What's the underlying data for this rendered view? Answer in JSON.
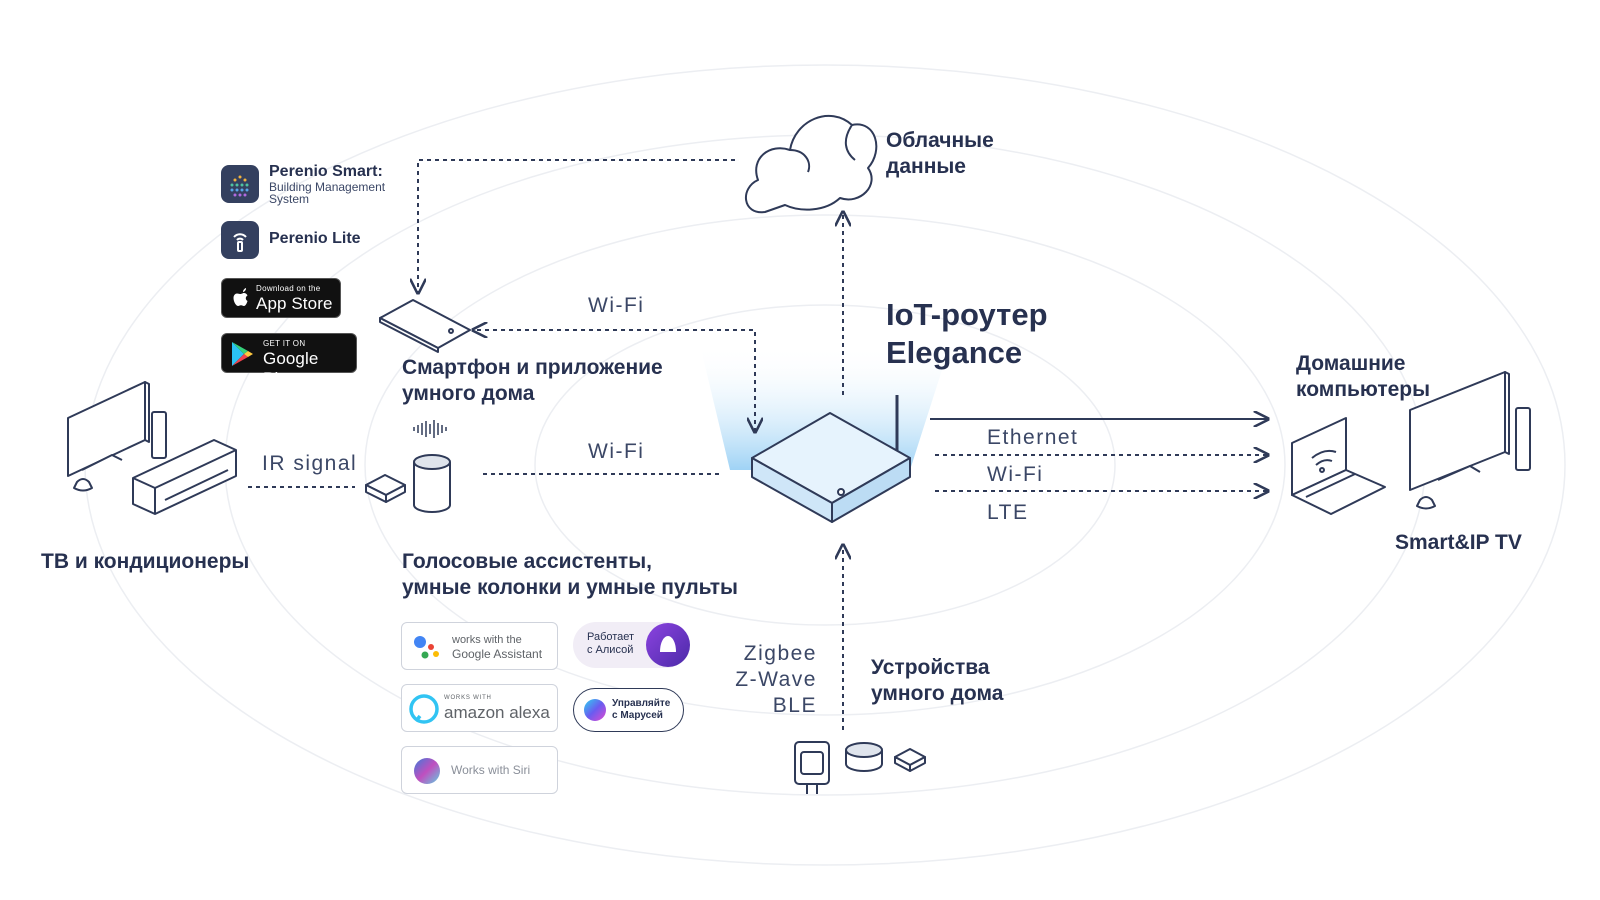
{
  "labels": {
    "cloud": [
      "Облачные",
      "данные"
    ],
    "router": [
      "IoT-роутер",
      "Elegance"
    ],
    "smartphone": [
      "Смартфон и приложение",
      "умного дома"
    ],
    "home_computers": [
      "Домашние",
      "компьютеры"
    ],
    "smart_tv": "Smart&IP TV",
    "tv_ac": "ТВ и кондиционеры",
    "voice": [
      "Голосовые ассистенты,",
      "умные колонки и умные пульты"
    ],
    "devices": [
      "Устройства",
      "умного дома"
    ]
  },
  "connections": {
    "wifi_phone": "Wi-Fi",
    "wifi_speaker": "Wi-Fi",
    "ir": "IR signal",
    "ethernet": "Ethernet",
    "wifi_pc": "Wi-Fi",
    "lte": "LTE",
    "protocols": [
      "Zigbee",
      "Z-Wave",
      "BLE"
    ]
  },
  "apps": {
    "smart_title": "Perenio Smart:",
    "smart_sub1": "Building Management",
    "smart_sub2": "System",
    "lite": "Perenio Lite",
    "appstore_small": "Download on the",
    "appstore_large": "App Store",
    "gplay_small": "GET IT ON",
    "gplay_large": "Google Play"
  },
  "assistants": {
    "google_line1": "works with the",
    "google_line2": "Google Assistant",
    "alexa_small": "WORKS WITH",
    "alexa_large": "amazon alexa",
    "siri": "Works with Siri",
    "alice_line1": "Работает",
    "alice_line2": "с Алисой",
    "marusia_line1": "Управляйте",
    "marusia_line2": "с Марусей"
  },
  "colors": {
    "text": "#273150",
    "line": "#2f3a58",
    "glow": "#7fc4f2",
    "router_face": "#cfe9fb"
  }
}
